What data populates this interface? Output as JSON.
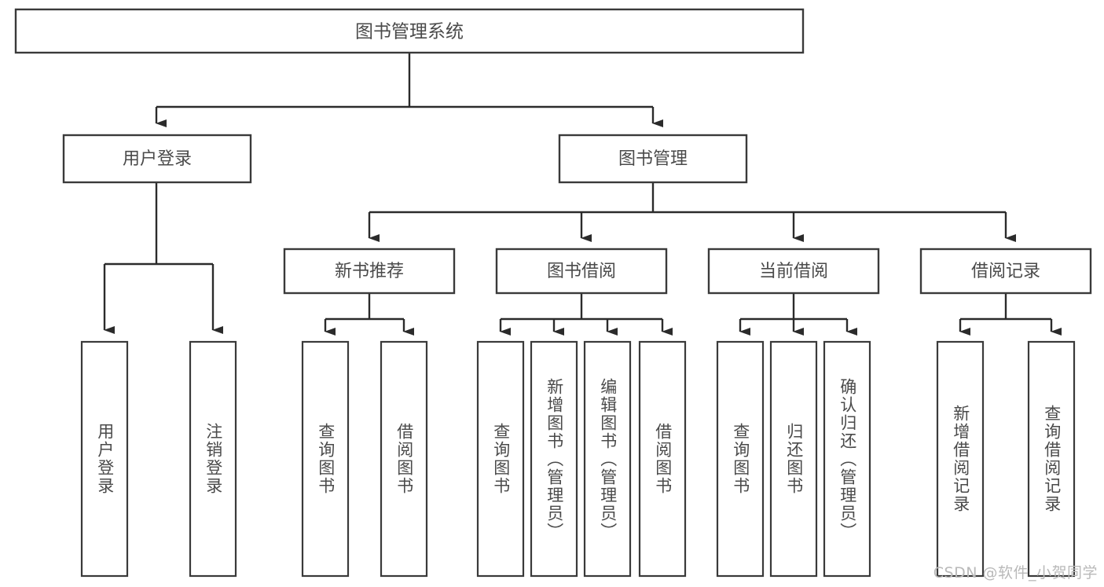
{
  "diagram": {
    "type": "tree-hierarchy",
    "title": "图书管理系统",
    "orientation": "top-down",
    "colors": {
      "box_stroke": "#3a3a3a",
      "box_fill": "#ffffff",
      "connector": "#2b2b2b",
      "label_text": "#4a4a4a",
      "watermark_text": "#b9b9b9",
      "background": "#ffffff"
    },
    "root": {
      "label": "图书管理系统",
      "level": 0
    },
    "level1": [
      {
        "label": "用户登录",
        "level": 1
      },
      {
        "label": "图书管理",
        "level": 1
      }
    ],
    "level2": [
      {
        "label": "新书推荐",
        "parent": "图书管理"
      },
      {
        "label": "图书借阅",
        "parent": "图书管理"
      },
      {
        "label": "当前借阅",
        "parent": "图书管理"
      },
      {
        "label": "借阅记录",
        "parent": "图书管理"
      }
    ],
    "leaves": [
      {
        "label": "用户登录",
        "parent": "用户登录",
        "orientation": "vertical"
      },
      {
        "label": "注销登录",
        "parent": "用户登录",
        "orientation": "vertical"
      },
      {
        "label": "查询图书",
        "parent": "新书推荐",
        "orientation": "vertical"
      },
      {
        "label": "借阅图书",
        "parent": "新书推荐",
        "orientation": "vertical"
      },
      {
        "label": "查询图书",
        "parent": "图书借阅",
        "orientation": "vertical"
      },
      {
        "label": "新增图书（管理员）",
        "parent": "图书借阅",
        "orientation": "vertical"
      },
      {
        "label": "编辑图书（管理员）",
        "parent": "图书借阅",
        "orientation": "vertical"
      },
      {
        "label": "借阅图书",
        "parent": "图书借阅",
        "orientation": "vertical"
      },
      {
        "label": "查询图书",
        "parent": "当前借阅",
        "orientation": "vertical"
      },
      {
        "label": "归还图书",
        "parent": "当前借阅",
        "orientation": "vertical"
      },
      {
        "label": "确认归还（管理员）",
        "parent": "当前借阅",
        "orientation": "vertical"
      },
      {
        "label": "新增借阅记录",
        "parent": "借阅记录",
        "orientation": "vertical"
      },
      {
        "label": "查询借阅记录",
        "parent": "借阅记录",
        "orientation": "vertical"
      }
    ]
  },
  "watermark": {
    "text": "CSDN @软件_小贺同学"
  }
}
